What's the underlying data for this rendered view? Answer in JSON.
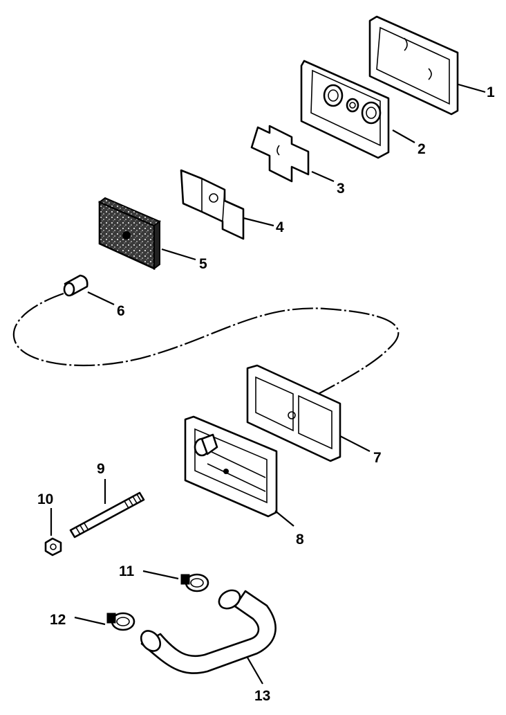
{
  "callouts": {
    "p1": "1",
    "p2": "2",
    "p3": "3",
    "p4": "4",
    "p5": "5",
    "p6": "6",
    "p7": "7",
    "p8": "8",
    "p9": "9",
    "p10": "10",
    "p11": "11",
    "p12": "12",
    "p13": "13"
  }
}
